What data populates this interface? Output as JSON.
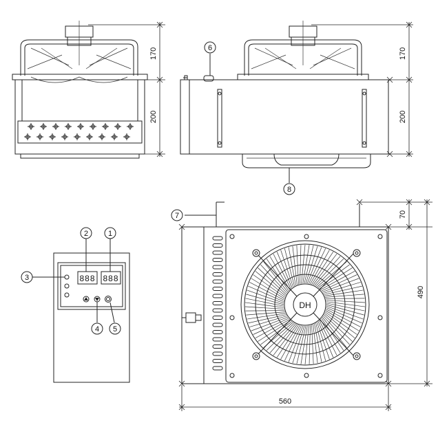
{
  "dimensions": {
    "front_top_height": "170",
    "front_body_height": "200",
    "side_top_height": "170",
    "side_body_height": "200",
    "plan_top_offset": "70",
    "plan_height": "490",
    "plan_width": "560"
  },
  "callouts": [
    "1",
    "2",
    "3",
    "4",
    "5",
    "6",
    "7",
    "8"
  ],
  "fan_label": "DH",
  "control_panel": {
    "display_right": "888",
    "display_left": "888"
  }
}
